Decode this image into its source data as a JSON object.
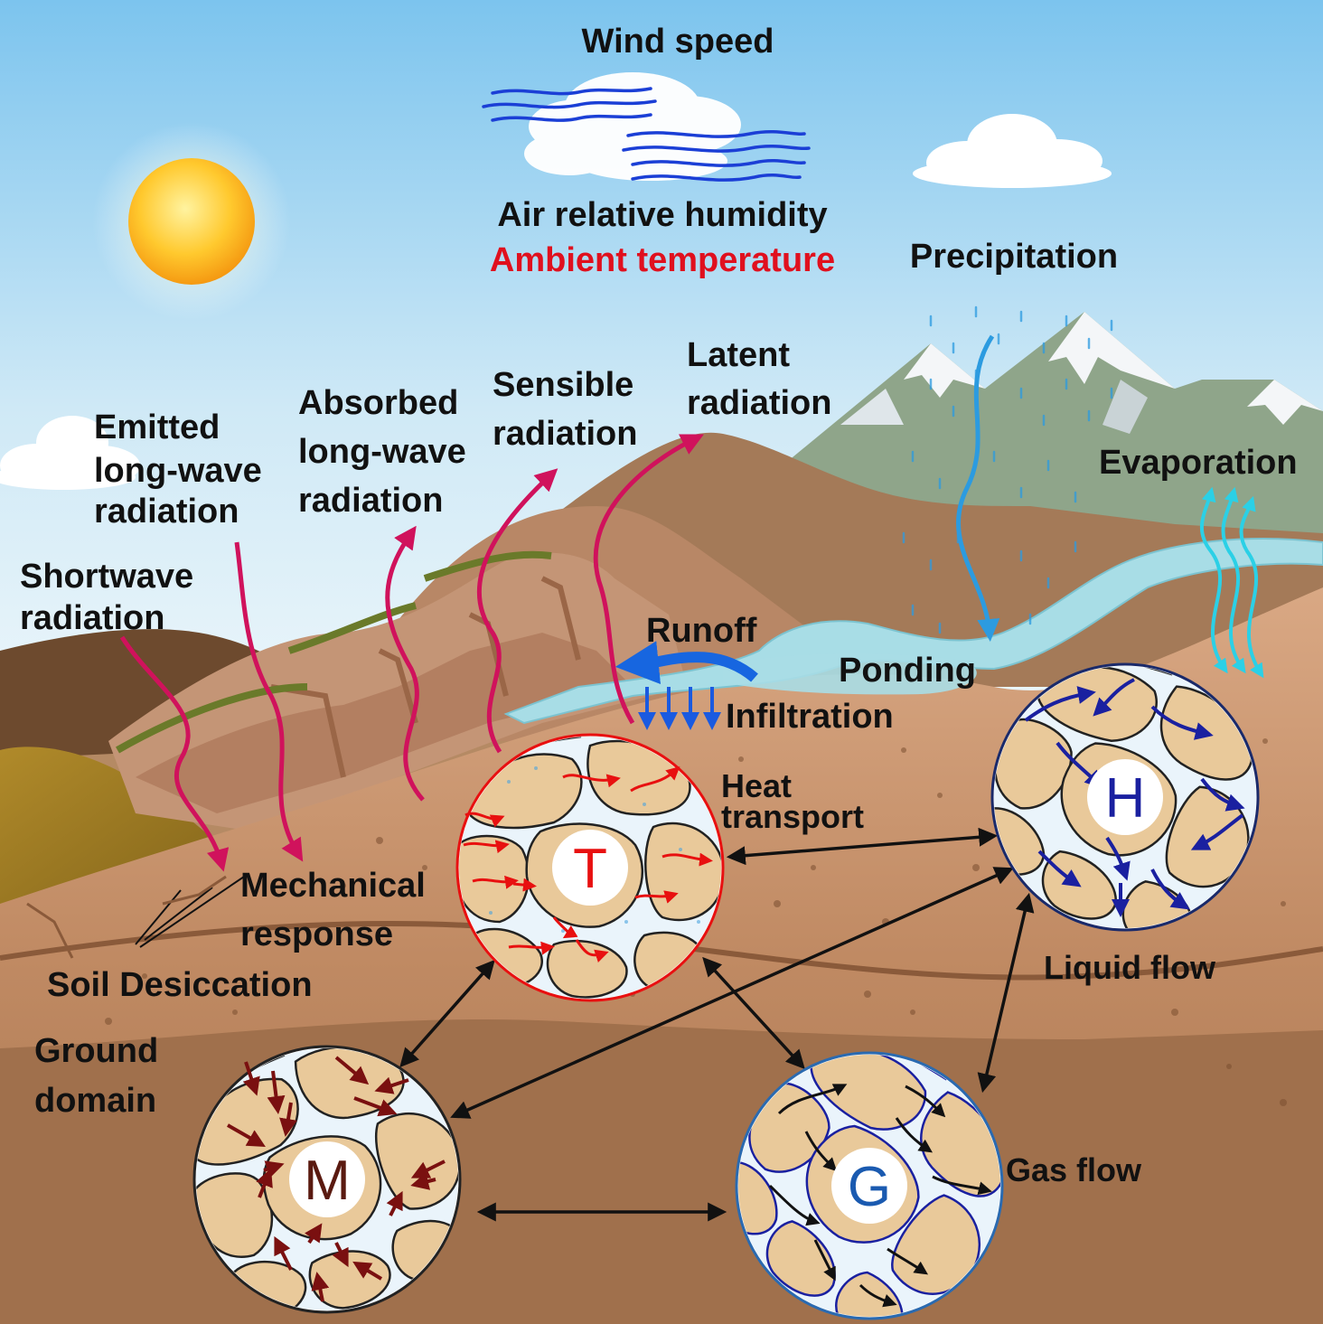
{
  "labels": {
    "wind_speed": "Wind speed",
    "air_humidity": "Air relative humidity",
    "ambient_temperature": "Ambient temperature",
    "precipitation": "Precipitation",
    "latent_1": "Latent",
    "latent_2": "radiation",
    "sensible_1": "Sensible",
    "sensible_2": "radiation",
    "absorbed_1": "Absorbed",
    "absorbed_2": "long-wave",
    "absorbed_3": "radiation",
    "emitted_1": "Emitted",
    "emitted_2": "long-wave",
    "emitted_3": "radiation",
    "shortwave_1": "Shortwave",
    "shortwave_2": "radiation",
    "evaporation": "Evaporation",
    "runoff": "Runoff",
    "ponding": "Ponding",
    "infiltration": "Infiltration",
    "heat_1": "Heat",
    "heat_2": "transport",
    "mechanical_1": "Mechanical",
    "mechanical_2": "response",
    "soil_desiccation": "Soil Desiccation",
    "ground_1": "Ground",
    "ground_2": "domain",
    "liquid_flow": "Liquid flow",
    "gas_flow": "Gas flow"
  },
  "circles": {
    "T": "T",
    "H": "H",
    "M": "M",
    "G": "G"
  },
  "colors": {
    "sky_top": "#7cc4ee",
    "sky_bottom": "#e2f1f8",
    "radiation_arrow": "#d0125c",
    "heat_arrow": "#e81010",
    "liquid_arrow": "#1a20a0",
    "mech_arrow": "#7a1010",
    "gas_arrow": "#111111",
    "water": "#a8dde6",
    "rain": "#2c9be0",
    "evap": "#2bd0e6"
  }
}
